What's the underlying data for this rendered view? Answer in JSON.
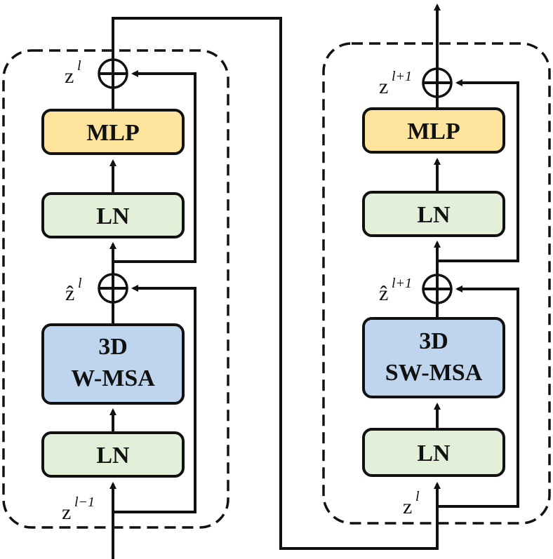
{
  "left_block": {
    "mlp": "MLP",
    "ln_top": "LN",
    "msa_line1": "3D",
    "msa_line2": "W-MSA",
    "ln_bottom": "LN",
    "out_label": {
      "base": "z",
      "sup": "l"
    },
    "mid_label": {
      "base": "ẑ",
      "sup": "l"
    },
    "in_label": {
      "base": "z",
      "sup": "l−1"
    }
  },
  "right_block": {
    "mlp": "MLP",
    "ln_top": "LN",
    "msa_line1": "3D",
    "msa_line2": "SW-MSA",
    "ln_bottom": "LN",
    "out_label": {
      "base": "z",
      "sup": "l+1"
    },
    "mid_label": {
      "base": "ẑ",
      "sup": "l+1"
    },
    "in_label": {
      "base": "z",
      "sup": "l"
    }
  },
  "colors": {
    "mlp": "#fde39c",
    "ln": "#e2efd9",
    "msa": "#bfd5ee",
    "line": "#111111"
  }
}
